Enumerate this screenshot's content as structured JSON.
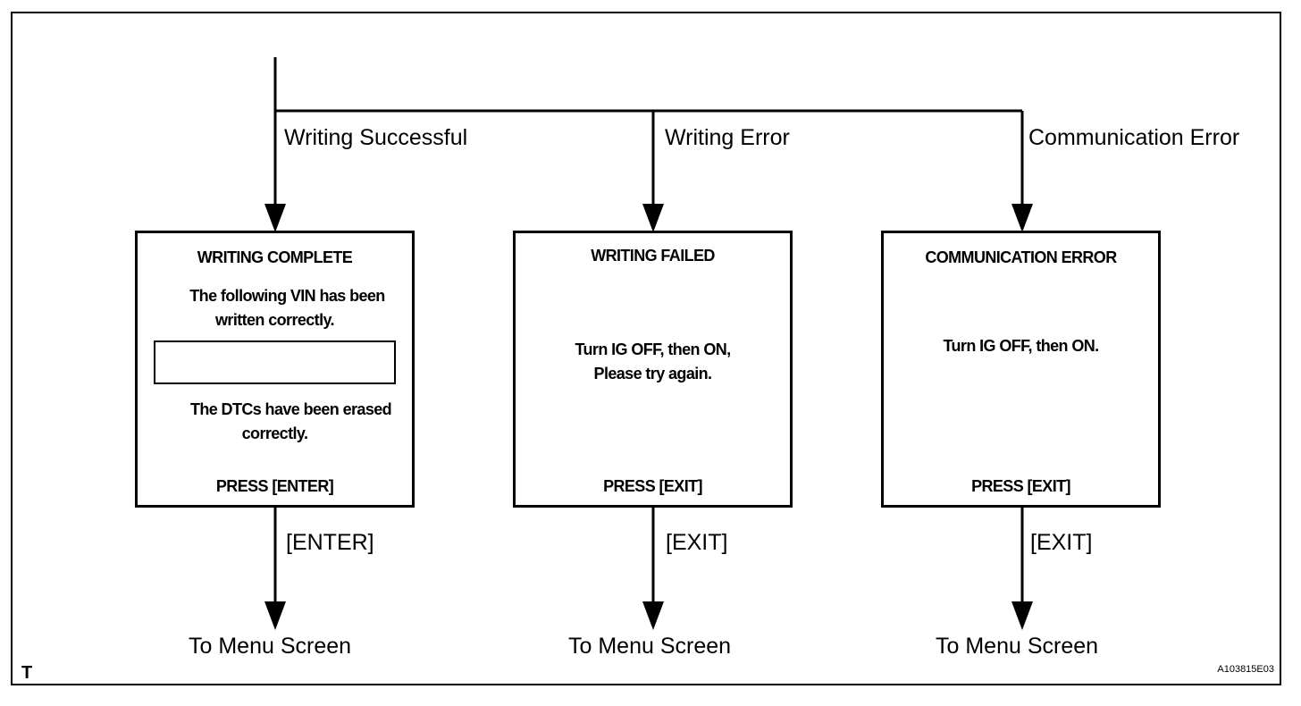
{
  "branches": {
    "success": "Writing Successful",
    "write_error": "Writing Error",
    "comm_error": "Communication Error"
  },
  "screens": {
    "complete": {
      "title": "WRITING COMPLETE",
      "line1": "The following VIN has been",
      "line2": "written correctly.",
      "line3": "The DTCs have been erased",
      "line4": "correctly.",
      "prompt": "PRESS [ENTER]"
    },
    "failed": {
      "title": "WRITING  FAILED",
      "line1": "Turn IG OFF, then ON,",
      "line2": "Please try again.",
      "prompt": "PRESS [EXIT]"
    },
    "comm": {
      "title": "COMMUNICATION ERROR",
      "line1": "Turn IG OFF, then ON.",
      "prompt": "PRESS [EXIT]"
    }
  },
  "keys": {
    "enter": "[ENTER]",
    "exit1": "[EXIT]",
    "exit2": "[EXIT]"
  },
  "destinations": {
    "d1": "To Menu Screen",
    "d2": "To Menu Screen",
    "d3": "To Menu Screen"
  },
  "footer": {
    "corner_mark": "T",
    "figure_id": "A103815E03"
  }
}
